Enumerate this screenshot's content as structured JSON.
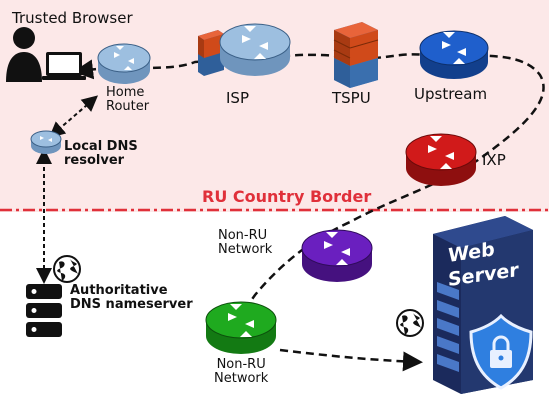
{
  "labels": {
    "trusted_browser": "Trusted Browser",
    "home_router": "Home\nRouter",
    "isp": "ISP",
    "tspu": "TSPU",
    "upstream": "Upstream",
    "local_dns": "Local DNS\nresolver",
    "ixp": "IXP",
    "border": "RU Country Border",
    "non_ru_1": "Non-RU\nNetwork",
    "non_ru_2": "Non-RU\nNetwork",
    "auth_dns": "Authoritative\nDNS nameserver",
    "web_server": "Web\nServer"
  },
  "colors": {
    "ru_zone": "#fce8e8",
    "border_line": "#e0303a",
    "router_lightblue": "#9dbfe0",
    "router_darkblue": "#1f5fcc",
    "router_red": "#d11a1a",
    "router_purple": "#6a1fbf",
    "router_green": "#1faa1f",
    "firewall": "#d04a1a"
  },
  "icons": {
    "user": "user-icon",
    "laptop": "laptop-icon",
    "globe": "globe-icon",
    "firewall": "firewall-icon",
    "dns_server": "server-rack-icon",
    "web_server": "web-server-icon",
    "lock": "lock-shield-icon"
  }
}
